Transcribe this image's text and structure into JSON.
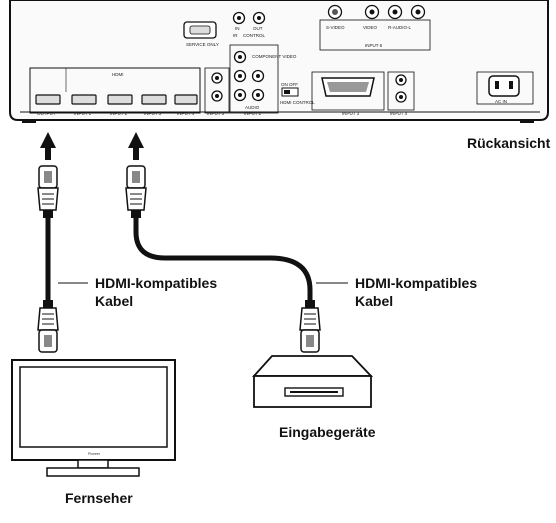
{
  "labels": {
    "rear_view": "Rückansicht",
    "cable_left_line1": "HDMI-kompatibles",
    "cable_left_line2": "Kabel",
    "cable_right_line1": "HDMI-kompatibles",
    "cable_right_line2": "Kabel",
    "input_device": "Eingabegeräte",
    "tv": "Fernseher"
  },
  "panel": {
    "service_only": "SERVICE ONLY",
    "ir_in": "IN",
    "ir_out": "OUT",
    "ir_group": "IR",
    "control": "CONTROL",
    "component_video": "COMPONENT VIDEO",
    "hdmi_group": "HDMI",
    "hdmi_ports": [
      "OUTPUT",
      "INPUT 1",
      "INPUT 2",
      "INPUT 3",
      "INPUT 4"
    ],
    "input5": "INPUT 5",
    "input2": "INPUT 2",
    "audio": "AUDIO",
    "hdmi_control_switch": "ON OFF",
    "hdmi_control": "HDMI CONTROL",
    "svideo": "S-VIDEO",
    "video": "VIDEO",
    "raudio_l": "R-AUDIO-L",
    "input6": "INPUT 6",
    "input3": "INPUT 3",
    "input4": "INPUT 4",
    "ac_in": "AC IN",
    "tv_brand": "Pioneer"
  }
}
